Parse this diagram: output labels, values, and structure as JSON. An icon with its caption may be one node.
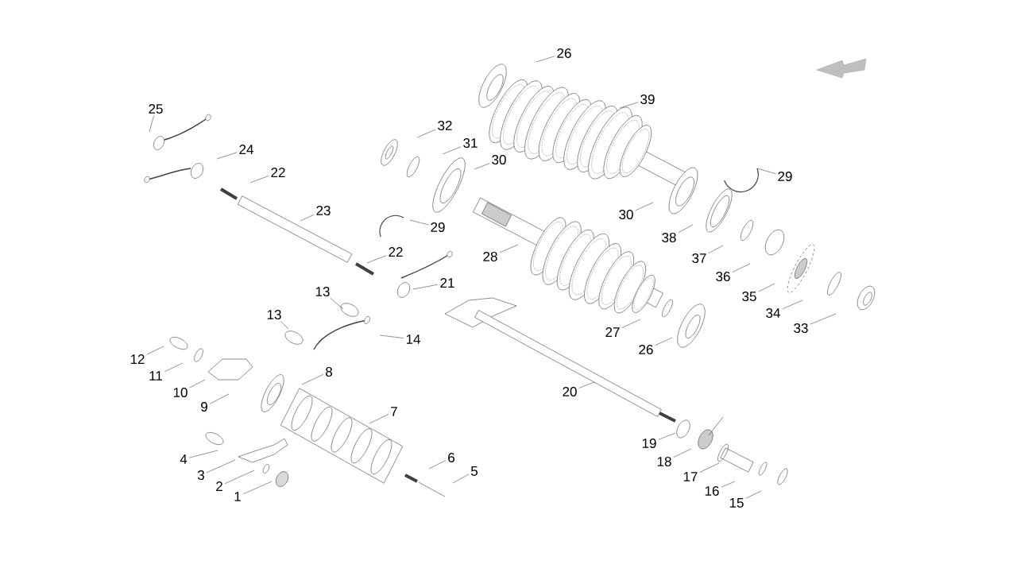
{
  "diagram": {
    "nodes": [
      {
        "text": [
          "26"
        ]
      },
      {
        "text": [
          "39"
        ]
      },
      {
        "text": [
          "25"
        ]
      },
      {
        "text": [
          "32"
        ]
      },
      {
        "text": [
          "31"
        ]
      },
      {
        "text": [
          "24"
        ]
      },
      {
        "text": [
          "30"
        ]
      },
      {
        "text": [
          "22"
        ]
      },
      {
        "text": [
          "29"
        ]
      },
      {
        "text": [
          "23"
        ]
      },
      {
        "text": [
          "30"
        ]
      },
      {
        "text": [
          "29"
        ]
      },
      {
        "text": [
          "38"
        ]
      },
      {
        "text": [
          "22"
        ]
      },
      {
        "text": [
          "28"
        ]
      },
      {
        "text": [
          "37"
        ]
      },
      {
        "text": [
          "36"
        ]
      },
      {
        "text": [
          "21"
        ]
      },
      {
        "text": [
          "13"
        ]
      },
      {
        "text": [
          "35"
        ]
      },
      {
        "text": [
          "34"
        ]
      },
      {
        "text": [
          "13"
        ]
      },
      {
        "text": [
          "33"
        ]
      },
      {
        "text": [
          "27"
        ]
      },
      {
        "text": [
          "14"
        ]
      },
      {
        "text": [
          "26"
        ]
      },
      {
        "text": [
          "12"
        ]
      },
      {
        "text": [
          "8"
        ]
      },
      {
        "text": [
          "11"
        ]
      },
      {
        "text": [
          "20"
        ]
      },
      {
        "text": [
          "10"
        ]
      },
      {
        "text": [
          "9"
        ]
      },
      {
        "text": [
          "7"
        ]
      },
      {
        "text": [
          "19"
        ]
      },
      {
        "text": [
          "6"
        ]
      },
      {
        "text": [
          "4"
        ]
      },
      {
        "text": [
          "18"
        ]
      },
      {
        "text": [
          "5"
        ]
      },
      {
        "text": [
          "3"
        ]
      },
      {
        "text": [
          "17"
        ]
      },
      {
        "text": [
          "2"
        ]
      },
      {
        "text": [
          "16"
        ]
      },
      {
        "text": [
          "1"
        ]
      },
      {
        "text": [
          "15"
        ]
      }
    ],
    "edges": [
      {
        "from": 0,
        "to": null,
        "arrow": "none"
      },
      {
        "from": 1,
        "to": null,
        "arrow": "none"
      },
      {
        "from": 2,
        "to": null,
        "arrow": "none"
      },
      {
        "from": 3,
        "to": null,
        "arrow": "none"
      },
      {
        "from": 4,
        "to": null,
        "arrow": "none"
      },
      {
        "from": 5,
        "to": null,
        "arrow": "none"
      },
      {
        "from": 6,
        "to": null,
        "arrow": "none"
      },
      {
        "from": 7,
        "to": null,
        "arrow": "none"
      },
      {
        "from": 8,
        "to": null,
        "arrow": "none"
      },
      {
        "from": 9,
        "to": null,
        "arrow": "none"
      },
      {
        "from": 10,
        "to": null,
        "arrow": "none"
      },
      {
        "from": 11,
        "to": null,
        "arrow": "none"
      },
      {
        "from": 12,
        "to": null,
        "arrow": "none"
      },
      {
        "from": 13,
        "to": null,
        "arrow": "none"
      },
      {
        "from": 14,
        "to": null,
        "arrow": "none"
      },
      {
        "from": 15,
        "to": null,
        "arrow": "none"
      },
      {
        "from": 16,
        "to": null,
        "arrow": "none"
      },
      {
        "from": 17,
        "to": null,
        "arrow": "none"
      },
      {
        "from": 18,
        "to": null,
        "arrow": "none"
      },
      {
        "from": 19,
        "to": null,
        "arrow": "none"
      },
      {
        "from": 20,
        "to": null,
        "arrow": "none"
      },
      {
        "from": 21,
        "to": null,
        "arrow": "none"
      },
      {
        "from": 22,
        "to": null,
        "arrow": "none"
      },
      {
        "from": 23,
        "to": null,
        "arrow": "none"
      },
      {
        "from": 24,
        "to": null,
        "arrow": "none"
      },
      {
        "from": 25,
        "to": null,
        "arrow": "none"
      },
      {
        "from": 26,
        "to": null,
        "arrow": "none"
      },
      {
        "from": 27,
        "to": null,
        "arrow": "none"
      },
      {
        "from": 28,
        "to": null,
        "arrow": "none"
      },
      {
        "from": 29,
        "to": null,
        "arrow": "none"
      },
      {
        "from": 30,
        "to": null,
        "arrow": "none"
      },
      {
        "from": 31,
        "to": null,
        "arrow": "none"
      },
      {
        "from": 32,
        "to": null,
        "arrow": "none"
      },
      {
        "from": 33,
        "to": null,
        "arrow": "none"
      },
      {
        "from": 34,
        "to": null,
        "arrow": "none"
      },
      {
        "from": 35,
        "to": null,
        "arrow": "none"
      },
      {
        "from": 36,
        "to": null,
        "arrow": "none"
      },
      {
        "from": 37,
        "to": null,
        "arrow": "none"
      },
      {
        "from": 38,
        "to": null,
        "arrow": "none"
      },
      {
        "from": 39,
        "to": null,
        "arrow": "none"
      },
      {
        "from": 40,
        "to": null,
        "arrow": "none"
      },
      {
        "from": 41,
        "to": null,
        "arrow": "none"
      },
      {
        "from": 42,
        "to": null,
        "arrow": "none"
      },
      {
        "from": 43,
        "to": null,
        "arrow": "none"
      }
    ]
  }
}
